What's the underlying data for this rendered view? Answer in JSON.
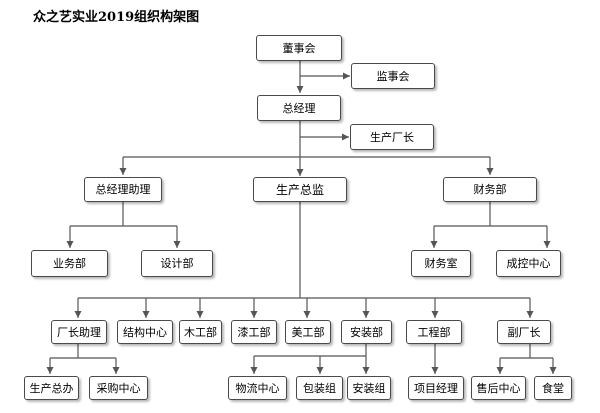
{
  "title": "众之艺实业2019组织构架图",
  "nodes": {
    "board": "董事会",
    "supervisors": "监事会",
    "gm": "总经理",
    "plant_manager": "生产厂长",
    "gm_assistant": "总经理助理",
    "production_director": "生产总监",
    "finance": "财务部",
    "sales": "业务部",
    "design": "设计部",
    "finance_office": "财务室",
    "cost_center": "成控中心",
    "factory_assistant": "厂长助理",
    "structure_center": "结构中心",
    "carpentry": "木工部",
    "painting": "漆工部",
    "art": "美工部",
    "installation": "安装部",
    "engineering": "工程部",
    "deputy_manager": "副厂长",
    "production_office": "生产总办",
    "purchasing": "采购中心",
    "logistics": "物流中心",
    "packaging": "包装组",
    "install_team": "安装组",
    "project_manager": "项目经理",
    "after_sales": "售后中心",
    "canteen": "食堂"
  }
}
